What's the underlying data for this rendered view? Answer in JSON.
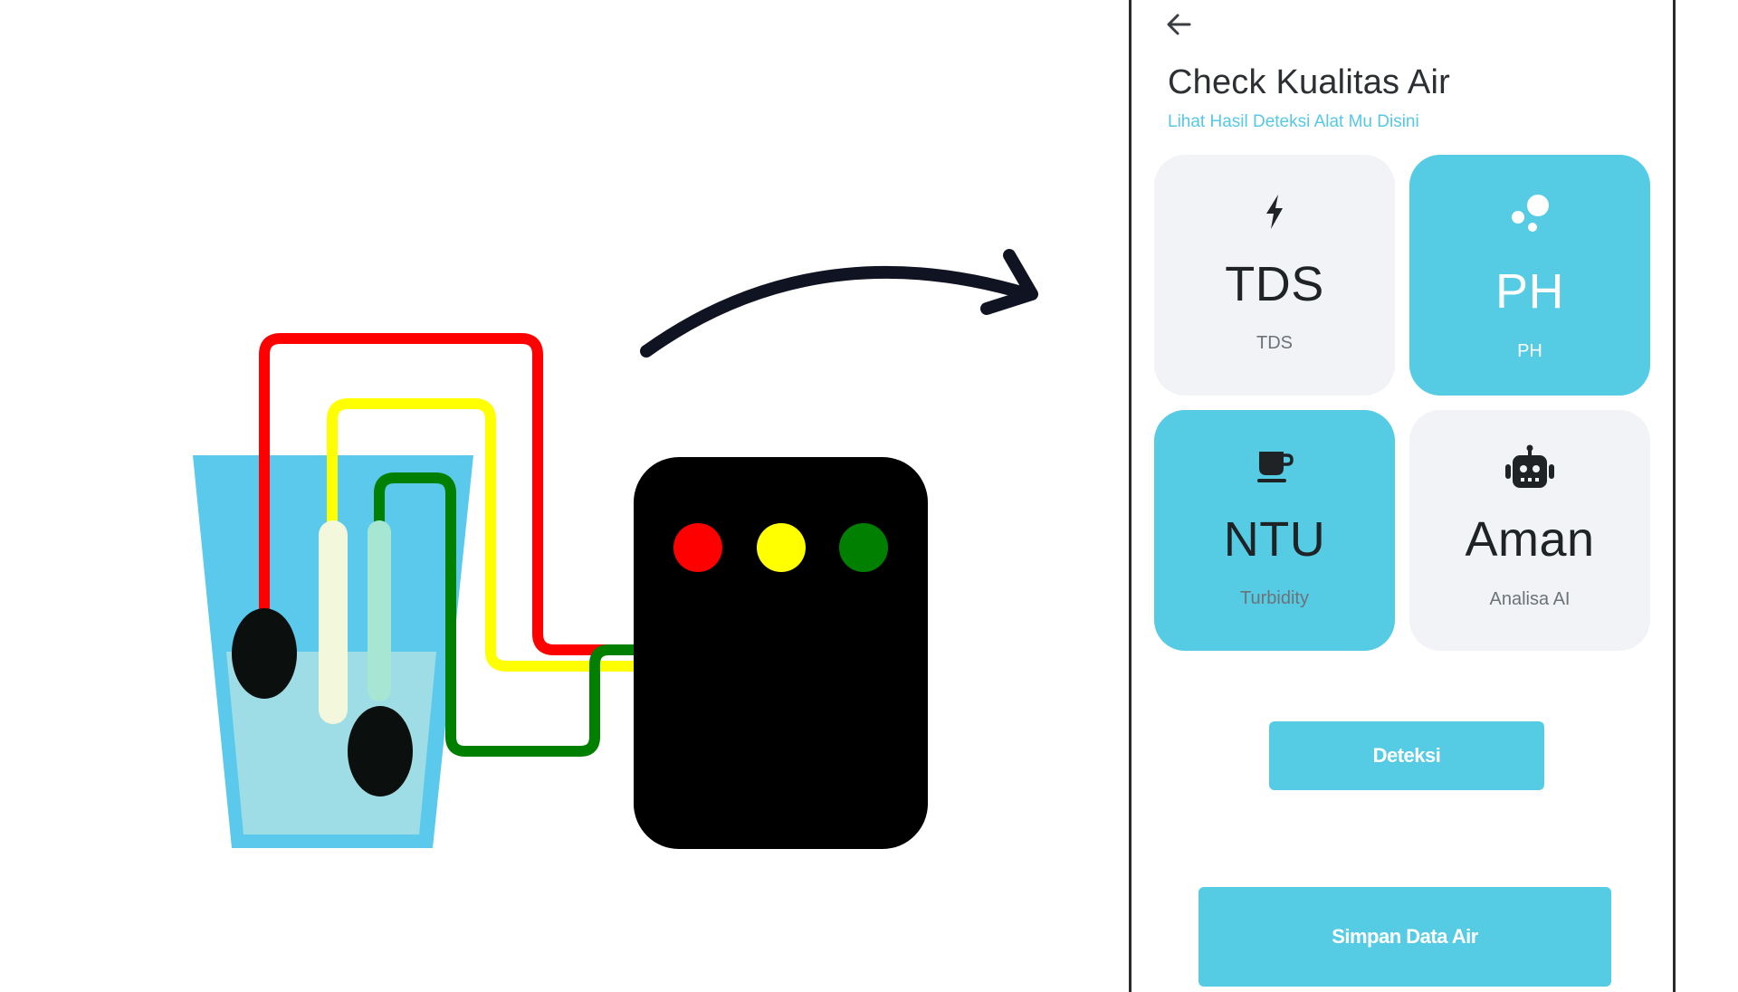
{
  "screen": {
    "title": "Check Kualitas Air",
    "subtitle": "Lihat Hasil Deteksi Alat Mu Disini"
  },
  "cards": [
    {
      "value": "TDS",
      "label": "TDS",
      "icon": "lightning-icon",
      "style": "light"
    },
    {
      "value": "PH",
      "label": "PH",
      "icon": "bubbles-icon",
      "style": "blue"
    },
    {
      "value": "NTU",
      "label": "Turbidity",
      "icon": "cup-icon",
      "style": "blue"
    },
    {
      "value": "Aman",
      "label": "Analisa AI",
      "icon": "robot-icon",
      "style": "light"
    }
  ],
  "buttons": {
    "detect": "Deteksi",
    "save": "Simpan Data Air"
  },
  "colors": {
    "accent": "#55cbe4",
    "card_light": "#f1f3f6",
    "wire_red": "#ff0000",
    "wire_yellow": "#ffff00",
    "wire_green": "#007f00"
  }
}
